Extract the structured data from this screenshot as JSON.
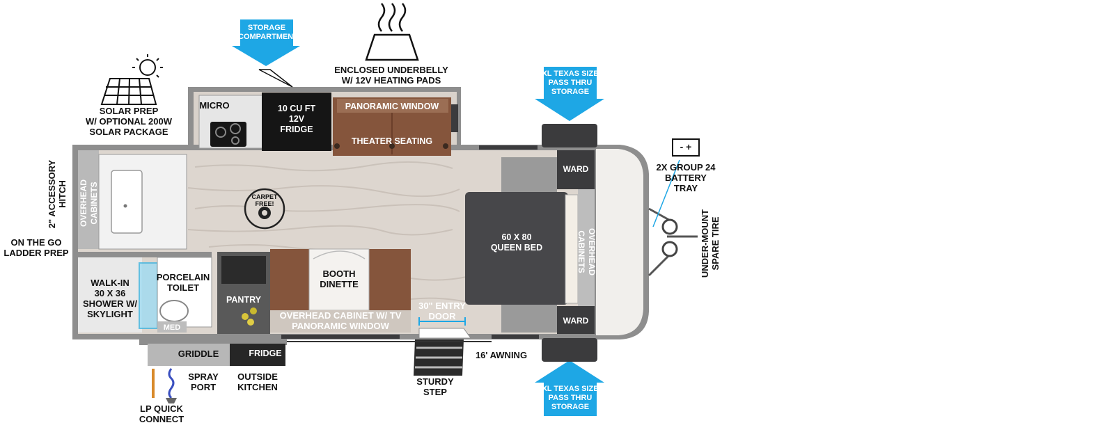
{
  "colors": {
    "wall": "#8e8e8e",
    "floor": "#ddd6cf",
    "sofa": "#85553c",
    "dark_panel": "#4a4a4c",
    "callout_blue": "#1ea7e5",
    "fridge": "#151515",
    "cabinet": "#bdbdbd"
  },
  "callouts": {
    "storage_compartment": "STORAGE\nCOMPARTMENT",
    "xl_storage_top": "XL TEXAS SIZE\nPASS THRU\nSTORAGE",
    "xl_storage_bottom": "XL TEXAS SIZE\nPASS THRU\nSTORAGE"
  },
  "labels": {
    "solar": "SOLAR PREP\nW/ OPTIONAL 200W\nSOLAR PACKAGE",
    "underbelly": "ENCLOSED UNDERBELLY\nW/ 12V HEATING PADS",
    "battery": "2X GROUP 24\nBATTERY\nTRAY",
    "spare_tire": "UNDER-MOUNT\nSPARE TIRE",
    "hitch": "2\" ACCESSORY\nHITCH",
    "ladder": "ON THE GO\nLADDER PREP",
    "awning": "16' AWNING",
    "step": "STURDY\nSTEP",
    "spray": "SPRAY\nPORT",
    "outside_kitchen": "OUTSIDE\nKITCHEN",
    "lp": "LP QUICK\nCONNECT"
  },
  "rooms": {
    "micro": "MICRO",
    "fridge_12v": "10 CU FT\n12V\nFRIDGE",
    "panoramic_window": "PANORAMIC WINDOW",
    "theater_seating": "THEATER SEATING",
    "overhead_cabinets_rear": "OVERHEAD\nCABINETS",
    "queen_bed": "60 X 80\nQUEEN BED",
    "ward_top": "WARD",
    "ward_bottom": "WARD",
    "overhead_cabinets_front": "OVERHEAD CABINETS",
    "shower": "WALK-IN\n30 X 36\nSHOWER W/\nSKYLIGHT",
    "toilet": "PORCELAIN\nTOILET",
    "med": "MED",
    "pantry": "PANTRY",
    "booth_dinette": "BOOTH\nDINETTE",
    "overhead_cabinet_tv": "OVERHEAD CABINET W/ TV\nPANORAMIC WINDOW",
    "entry_door": "30\" ENTRY\nDOOR",
    "griddle": "GRIDDLE",
    "outside_fridge": "FRIDGE",
    "carpet_free": "CARPET\nFREE!",
    "battery_symbol": "-  +"
  }
}
